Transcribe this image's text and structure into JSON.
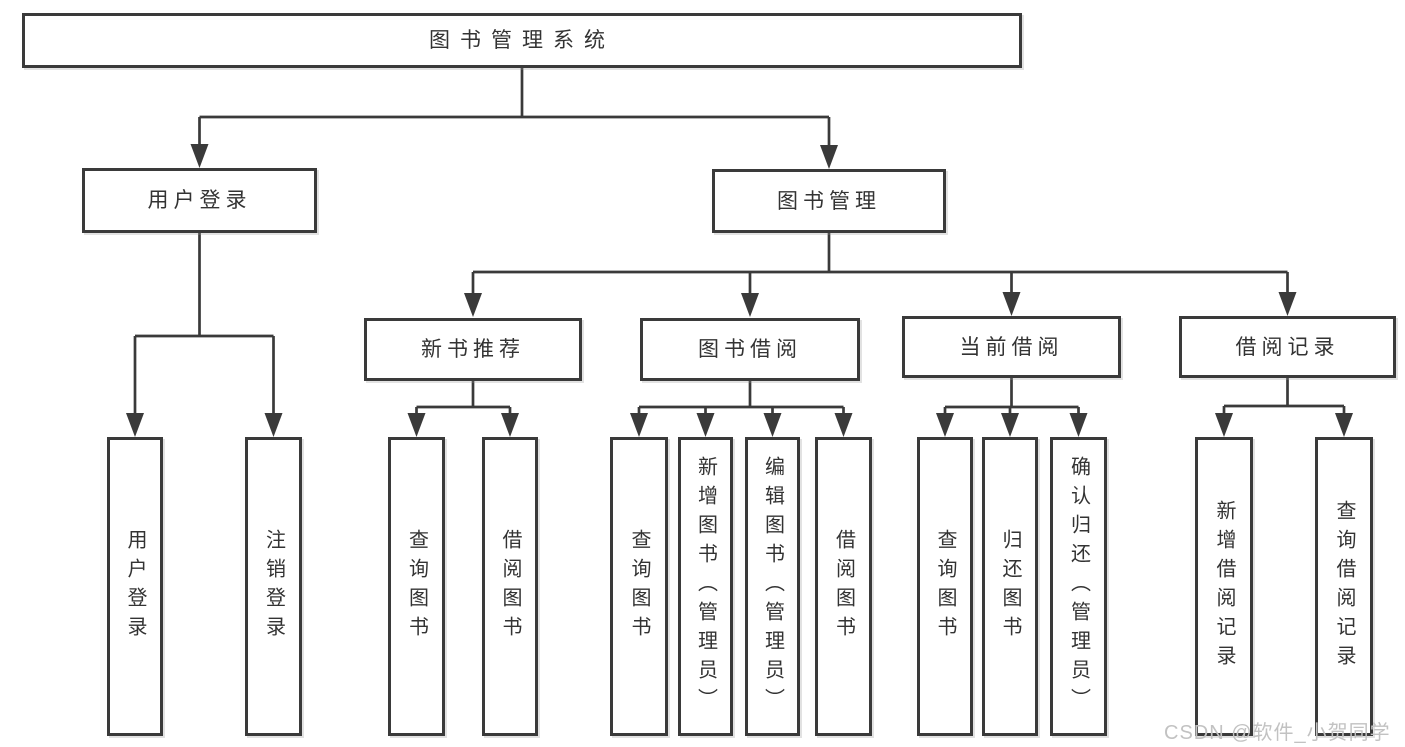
{
  "diagram": {
    "tree": {
      "label": "图书管理系统",
      "children": [
        {
          "label": "用户登录",
          "children": [
            {
              "label": "用户登录"
            },
            {
              "label": "注销登录"
            }
          ]
        },
        {
          "label": "图书管理",
          "children": [
            {
              "label": "新书推荐",
              "children": [
                {
                  "label": "查询图书"
                },
                {
                  "label": "借阅图书"
                }
              ]
            },
            {
              "label": "图书借阅",
              "children": [
                {
                  "label": "查询图书"
                },
                {
                  "label": "新增图书（管理员）"
                },
                {
                  "label": "编辑图书（管理员）"
                },
                {
                  "label": "借阅图书"
                }
              ]
            },
            {
              "label": "当前借阅",
              "children": [
                {
                  "label": "查询图书"
                },
                {
                  "label": "归还图书"
                },
                {
                  "label": "确认归还（管理员）"
                }
              ]
            },
            {
              "label": "借阅记录",
              "children": [
                {
                  "label": "新增借阅记录"
                },
                {
                  "label": "查询借阅记录"
                }
              ]
            }
          ]
        }
      ]
    },
    "colors": {
      "line": "#3a3a3a",
      "border": "#3a3a3a",
      "text": "#333333",
      "node_background": "#ffffff",
      "page_background": "#ffffff",
      "watermark": "#c2c2c2"
    }
  },
  "watermark": {
    "text": "CSDN @软件_小贺同学"
  }
}
